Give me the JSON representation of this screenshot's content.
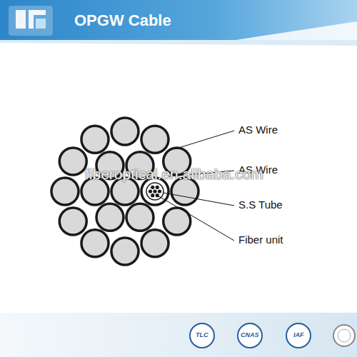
{
  "diagram": {
    "title": "OPGW Cable",
    "labels": [
      "AS Wire",
      "AS Wire",
      "S.S Tube",
      "Fiber unit",
      "fiberoptical.en.alibaba.com",
      "TLC",
      "CNAS",
      "IAF"
    ]
  }
}
